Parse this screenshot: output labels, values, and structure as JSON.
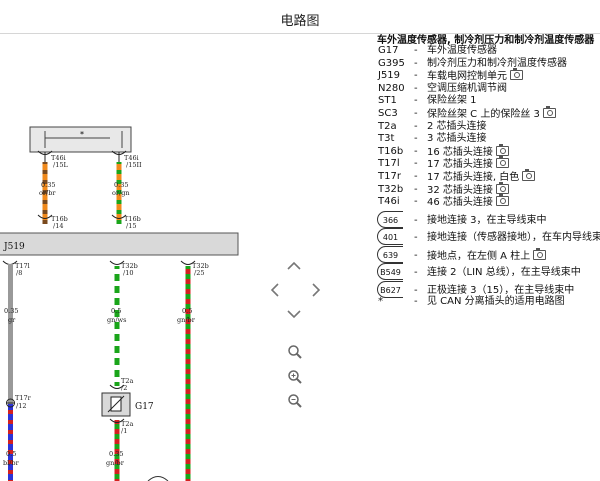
{
  "window": {
    "title": "电路图"
  },
  "diagram": {
    "component_j519": "J519",
    "component_g17": "G17",
    "pins": {
      "t46i_15l": [
        "T46i",
        "/15L"
      ],
      "t46i_15ii": [
        "T46i",
        "/15II"
      ],
      "t16b_14": [
        "T16b",
        "/14"
      ],
      "t16b_15": [
        "T16b",
        "/15"
      ],
      "t17i_8": [
        "T17l",
        "/8"
      ],
      "t32b_10": [
        "T32b",
        "/10"
      ],
      "t32b_25": [
        "T32b",
        "/25"
      ],
      "t17r_12": [
        "T17r",
        "/12"
      ],
      "t2a_2": [
        "T2a",
        "/2"
      ],
      "t2a_1": [
        "T2a",
        "/1"
      ]
    },
    "wires": {
      "w1_top": [
        "0.35",
        "or/br"
      ],
      "w2_top": [
        "0.35",
        "or/gn"
      ],
      "w_gr": [
        "0.35",
        "gr"
      ],
      "w_gnws": [
        "0.5",
        "gn/ws"
      ],
      "w_gnbr": [
        "0.5",
        "gn/br"
      ],
      "w_blbr": [
        "0.5",
        "bl/br"
      ],
      "w_gnbr2": [
        "0.35",
        "gn/br"
      ]
    },
    "fuse_mark": "*"
  },
  "legend": {
    "header": "车外温度传感器, 制冷剂压力和制冷剂温度传感器",
    "entries": [
      {
        "code": "G17",
        "desc": "车外温度传感器",
        "camera": false
      },
      {
        "code": "G395",
        "desc": "制冷剂压力和制冷剂温度传感器",
        "camera": false
      },
      {
        "code": "J519",
        "desc": "车载电网控制单元",
        "camera": true
      },
      {
        "code": "N280",
        "desc": "空调压缩机调节阀",
        "camera": false
      },
      {
        "code": "ST1",
        "desc": "保险丝架 1",
        "camera": false
      },
      {
        "code": "SC3",
        "desc": "保险丝架 C 上的保险丝 3",
        "camera": true
      },
      {
        "code": "T2a",
        "desc": "2 芯插头连接",
        "camera": false
      },
      {
        "code": "T3t",
        "desc": "3 芯插头连接",
        "camera": false
      },
      {
        "code": "T16b",
        "desc": "16 芯插头连接",
        "camera": true
      },
      {
        "code": "T17l",
        "desc": "17 芯插头连接",
        "camera": true
      },
      {
        "code": "T17r",
        "desc": "17 芯插头连接, 白色",
        "camera": true
      },
      {
        "code": "T32b",
        "desc": "32 芯插头连接",
        "camera": true
      },
      {
        "code": "T46i",
        "desc": "46 芯插头连接",
        "camera": true
      }
    ],
    "connections": [
      {
        "code": "366",
        "desc": "接地连接 3，在主导线束中",
        "camera": false
      },
      {
        "code": "401",
        "desc": "接地连接（传感器接地），在车内导线束中",
        "camera": false
      },
      {
        "code": "639",
        "desc": "接地点，在左侧 A 柱上",
        "camera": true
      },
      {
        "code": "B549",
        "desc": "连接 2（LIN 总线），在主导线束中",
        "camera": false
      },
      {
        "code": "B627",
        "desc": "正极连接 3（15），在主导线束中",
        "camera": false
      }
    ],
    "note": {
      "code": "*",
      "desc": "见 CAN 分离插头的适用电路图"
    }
  },
  "controls": {
    "pan_up": "^",
    "pan_left": "<",
    "pan_right": ">",
    "pan_down": "v"
  },
  "colors": {
    "orange": "#f08a1c",
    "green": "#1aa51a",
    "red": "#d42020",
    "blue": "#2c33d6",
    "gray": "#999999",
    "brown": "#7a4a1e",
    "connector_fill": "#d9d9d9"
  }
}
